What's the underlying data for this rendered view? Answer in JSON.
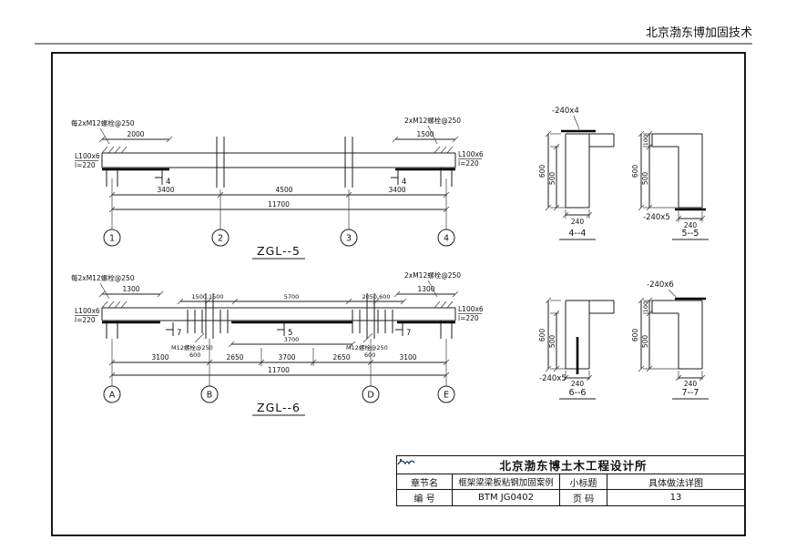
{
  "header": {
    "company": "北京渤东博加固技术"
  },
  "zgl5": {
    "title": "ZGL--5",
    "note_left": "每2xM12螺栓@250",
    "note_right": "2xM12螺栓@250",
    "angle_line1": "L100x6",
    "angle_line2": "l=220",
    "dim_top_left": "2000",
    "dim_top_right": "1500",
    "cut_label": "4",
    "dims": [
      "3400",
      "4500",
      "3400"
    ],
    "total": "11700",
    "bubbles": [
      "1",
      "2",
      "3",
      "4"
    ]
  },
  "zgl6": {
    "title": "ZGL--6",
    "note_left": "每2xM12螺栓@250",
    "note_right": "2xM12螺栓@250",
    "angle_line1": "L100x6",
    "angle_line2": "l=220",
    "dim_top_left": "1300",
    "dim_top_right": "1300",
    "mid_dims_left": "1500,1500",
    "mid_span": "5700",
    "mid_dims_right": "2050,600",
    "mid_plate_dim": "3700",
    "bolt_note": "M12螺栓@250",
    "bolt_dim": "600",
    "cut_end": "7",
    "cut_mid": "5",
    "dims": [
      "3100",
      "2650",
      "3700",
      "2650",
      "3100"
    ],
    "total": "11700",
    "bubbles": [
      "A",
      "B",
      "D",
      "E"
    ]
  },
  "sections": {
    "s44": {
      "name": "4--4",
      "plate": "-240x4",
      "h_total": "600",
      "h_web": "500",
      "width": "240"
    },
    "s55": {
      "name": "5--5",
      "plate": "-240x5",
      "h_total": "600",
      "h_web": "500",
      "t_slab": "100",
      "width": "240"
    },
    "s66": {
      "name": "6--6",
      "plate": "-240x5",
      "h_total": "600",
      "h_web": "500",
      "width": "240"
    },
    "s77": {
      "name": "7--7",
      "plate": "-240x6",
      "h_total": "600",
      "h_web": "500",
      "t_slab": "100",
      "width": "240"
    }
  },
  "titleblock": {
    "firm": "北京渤东博土木工程设计所",
    "chapter_label": "章节名",
    "chapter_value": "框架梁梁板粘钢加固案例",
    "subtitle_label": "小标题",
    "subtitle_value": "具体做法详图",
    "number_label": "编  号",
    "number_value": "BTM JG0402",
    "page_label": "页  码",
    "page_value": "13"
  }
}
